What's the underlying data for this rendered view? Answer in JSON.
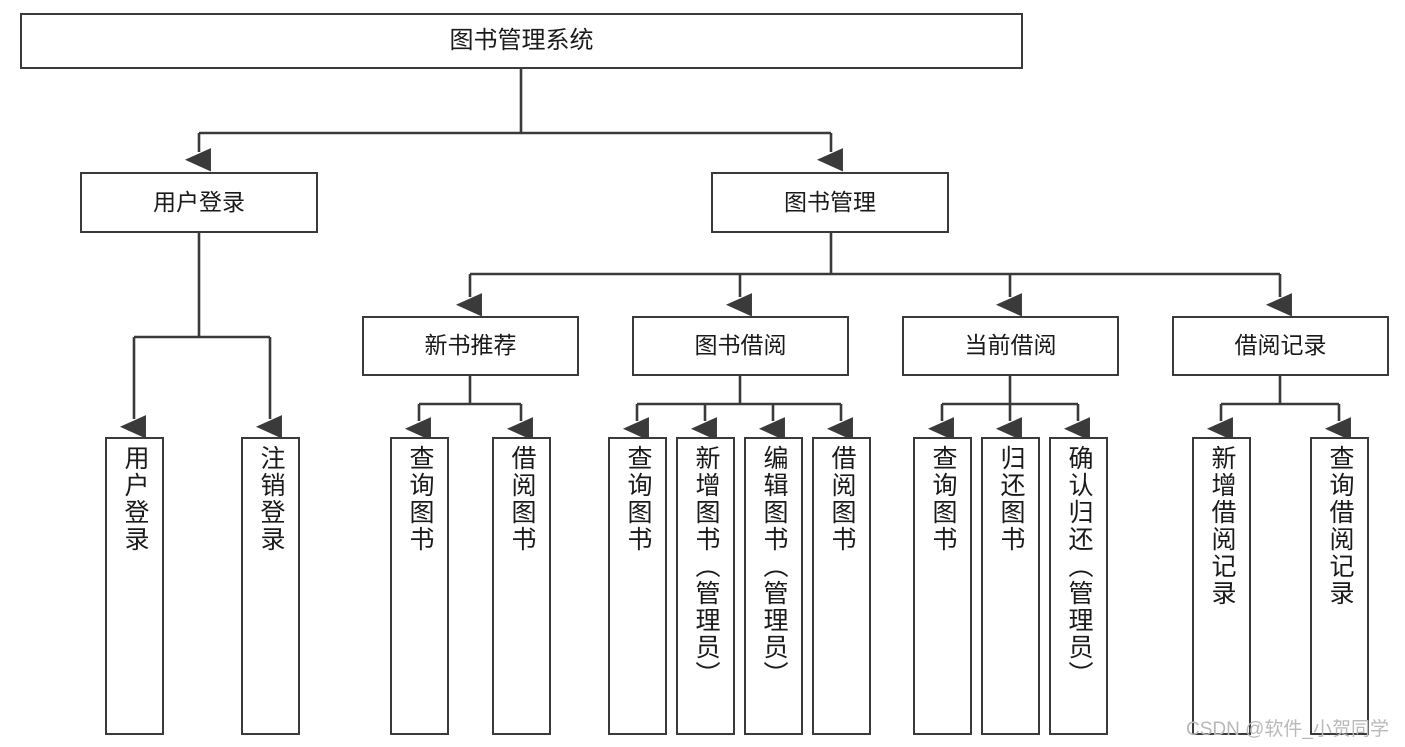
{
  "diagram": {
    "title": "图书管理系统",
    "type": "hierarchy-tree",
    "line_color": "#3a3a3a",
    "box_fill": "#ffffff",
    "text_color": "#1a1a1a"
  },
  "nodes": {
    "root": {
      "label": "图书管理系统"
    },
    "level2": [
      {
        "label": "用户登录"
      },
      {
        "label": "图书管理"
      }
    ],
    "level3": [
      {
        "label": "新书推荐"
      },
      {
        "label": "图书借阅"
      },
      {
        "label": "当前借阅"
      },
      {
        "label": "借阅记录"
      }
    ],
    "leaves_user_login": [
      {
        "label": "用户登录"
      },
      {
        "label": "注销登录"
      }
    ],
    "leaves_new_book": [
      {
        "label": "查询图书"
      },
      {
        "label": "借阅图书"
      }
    ],
    "leaves_borrow": [
      {
        "label": "查询图书"
      },
      {
        "label": "新增图书（管理员）"
      },
      {
        "label": "编辑图书（管理员）"
      },
      {
        "label": "借阅图书"
      }
    ],
    "leaves_current": [
      {
        "label": "查询图书"
      },
      {
        "label": "归还图书"
      },
      {
        "label": "确认归还（管理员）"
      }
    ],
    "leaves_record": [
      {
        "label": "新增借阅记录"
      },
      {
        "label": "查询借阅记录"
      }
    ]
  },
  "watermark": {
    "text": "CSDN @软件_小贺同学"
  }
}
